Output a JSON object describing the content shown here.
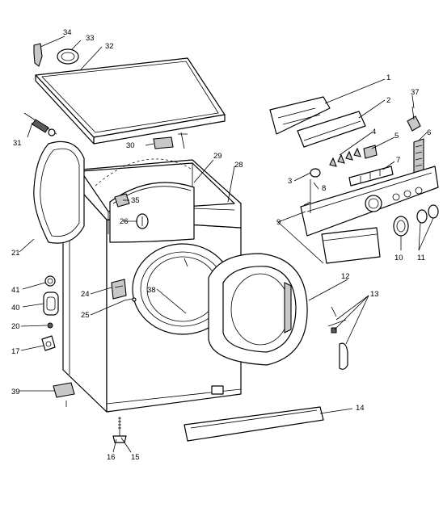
{
  "diagram": {
    "callouts": [
      {
        "id": "1",
        "text": "1"
      },
      {
        "id": "2",
        "text": "2"
      },
      {
        "id": "3",
        "text": "3"
      },
      {
        "id": "4",
        "text": "4"
      },
      {
        "id": "5",
        "text": "5"
      },
      {
        "id": "6",
        "text": "6"
      },
      {
        "id": "7",
        "text": "7"
      },
      {
        "id": "8",
        "text": "8"
      },
      {
        "id": "9",
        "text": "9"
      },
      {
        "id": "10",
        "text": "10"
      },
      {
        "id": "11",
        "text": "11"
      },
      {
        "id": "12",
        "text": "12"
      },
      {
        "id": "13",
        "text": "13"
      },
      {
        "id": "14",
        "text": "14"
      },
      {
        "id": "15",
        "text": "15"
      },
      {
        "id": "16",
        "text": "16"
      },
      {
        "id": "17",
        "text": "17"
      },
      {
        "id": "20",
        "text": "20"
      },
      {
        "id": "21",
        "text": "21"
      },
      {
        "id": "24",
        "text": "24"
      },
      {
        "id": "25",
        "text": "25"
      },
      {
        "id": "26",
        "text": "26"
      },
      {
        "id": "28",
        "text": "28"
      },
      {
        "id": "29",
        "text": "29"
      },
      {
        "id": "30",
        "text": "30"
      },
      {
        "id": "31",
        "text": "31"
      },
      {
        "id": "32",
        "text": "32"
      },
      {
        "id": "33",
        "text": "33"
      },
      {
        "id": "34",
        "text": "34"
      },
      {
        "id": "35",
        "text": "35"
      },
      {
        "id": "37",
        "text": "37"
      },
      {
        "id": "38",
        "text": "38"
      },
      {
        "id": "39",
        "text": "39"
      },
      {
        "id": "40",
        "text": "40"
      },
      {
        "id": "41",
        "text": "41"
      }
    ]
  }
}
